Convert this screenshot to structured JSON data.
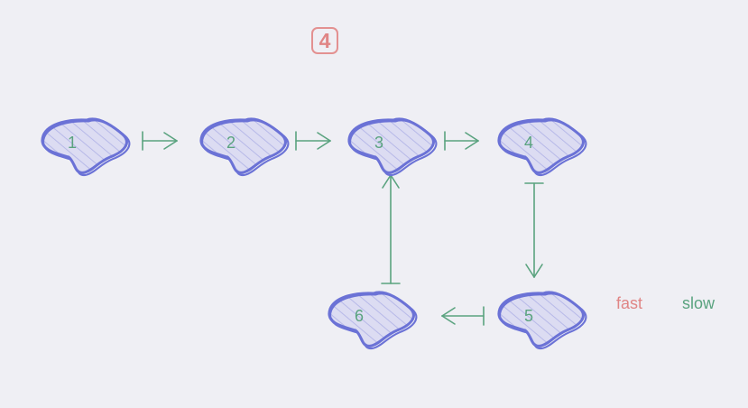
{
  "step_marker": "4",
  "nodes": [
    {
      "id": "n1",
      "label": "1"
    },
    {
      "id": "n2",
      "label": "2"
    },
    {
      "id": "n3",
      "label": "3"
    },
    {
      "id": "n4",
      "label": "4"
    },
    {
      "id": "n5",
      "label": "5"
    },
    {
      "id": "n6",
      "label": "6"
    }
  ],
  "edges": [
    {
      "from": "1",
      "to": "2"
    },
    {
      "from": "2",
      "to": "3"
    },
    {
      "from": "3",
      "to": "4"
    },
    {
      "from": "4",
      "to": "5"
    },
    {
      "from": "5",
      "to": "6"
    },
    {
      "from": "6",
      "to": "3"
    }
  ],
  "legend": {
    "fast": "fast",
    "slow": "slow"
  },
  "colors": {
    "background": "#efeff4",
    "node_stroke": "#6b72d6",
    "node_fill": "#dcdcf2",
    "node_hatch": "#b7b9e8",
    "edge": "#5aa37f",
    "fast": "#e08585",
    "slow": "#5aa37f"
  }
}
